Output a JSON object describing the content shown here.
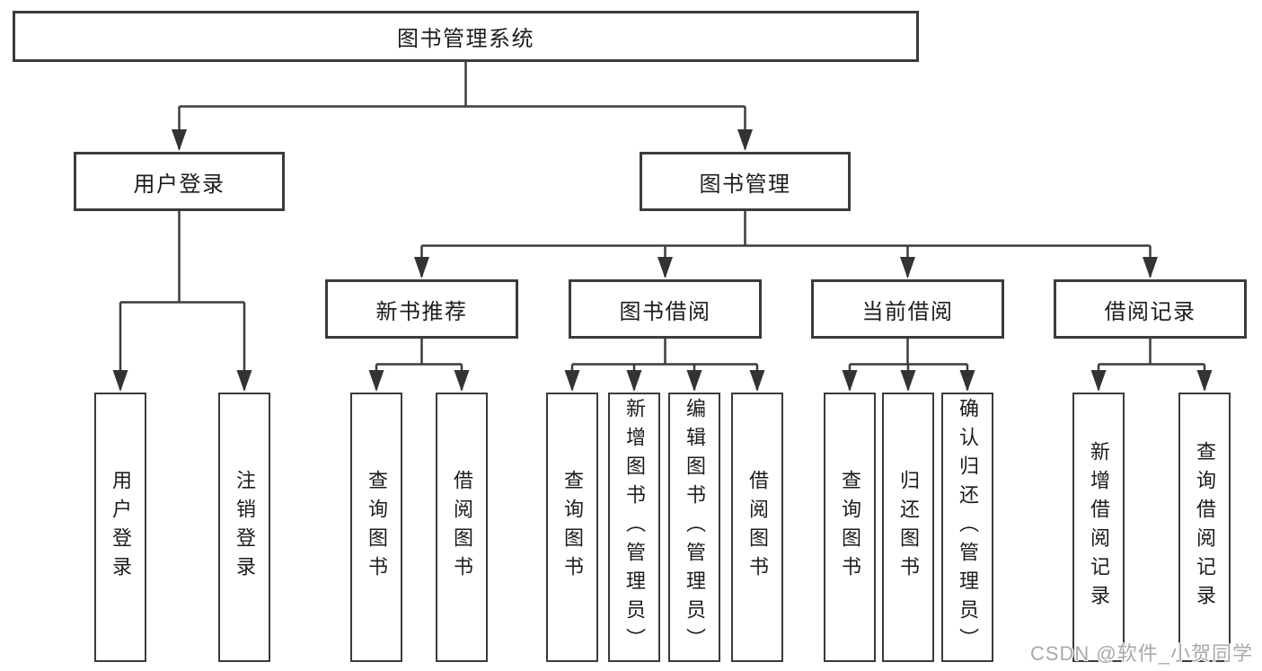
{
  "colors": {
    "line": "#3b3b3b",
    "text": "#1c1c1c",
    "box_bg": "#ffffff",
    "watermark": "#a9a9a9"
  },
  "watermark": {
    "text": "CSDN @软件_小贺同学"
  },
  "tree": {
    "root": {
      "label": "图书管理系统"
    },
    "branches": [
      {
        "label": "用户登录",
        "children": [
          {
            "label": "用户登录"
          },
          {
            "label": "注销登录"
          }
        ]
      },
      {
        "label": "图书管理",
        "children": [
          {
            "label": "新书推荐",
            "children": [
              {
                "label": "查询图书"
              },
              {
                "label": "借阅图书"
              }
            ]
          },
          {
            "label": "图书借阅",
            "children": [
              {
                "label": "查询图书"
              },
              {
                "label": "新增图书（管理员）"
              },
              {
                "label": "编辑图书（管理员）"
              },
              {
                "label": "借阅图书"
              }
            ]
          },
          {
            "label": "当前借阅",
            "children": [
              {
                "label": "查询图书"
              },
              {
                "label": "归还图书"
              },
              {
                "label": "确认归还（管理员）"
              }
            ]
          },
          {
            "label": "借阅记录",
            "children": [
              {
                "label": "新增借阅记录"
              },
              {
                "label": "查询借阅记录"
              }
            ]
          }
        ]
      }
    ]
  }
}
